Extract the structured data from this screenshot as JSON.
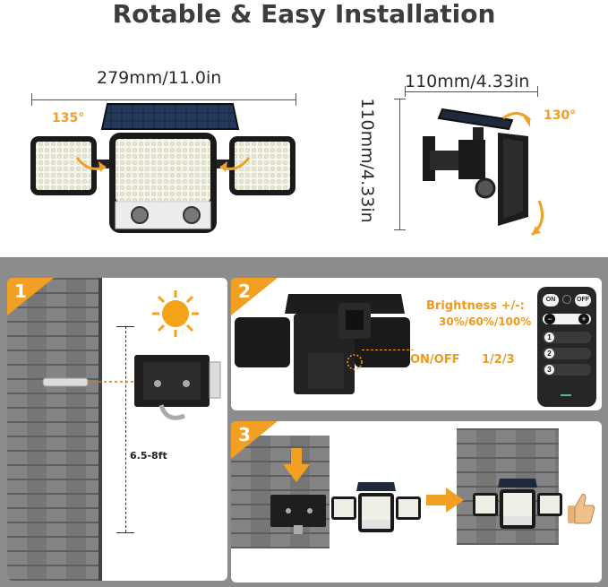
{
  "title": "Rotable & Easy Installation",
  "dimensions": {
    "width_label": "279mm/11.0in",
    "angle_left": "135°",
    "depth_label": "110mm/4.33in",
    "height_label": "110mm/4.33in",
    "angle_right": "130°"
  },
  "steps": [
    {
      "number": "1",
      "height_note": "6.5-8ft"
    },
    {
      "number": "2",
      "brightness_label": "Brightness +/-:",
      "brightness_levels": "30%/60%/100%",
      "onoff_label": "ON/OFF",
      "modes_label": "1/2/3"
    },
    {
      "number": "3"
    }
  ],
  "remote": {
    "on_label": "ON",
    "off_label": "OFF",
    "minus_label": "−",
    "plus_label": "+",
    "mode1": "1",
    "mode2": "2",
    "mode3": "3"
  },
  "colors": {
    "accent": "#f2a024",
    "panel_gray": "#8c8c8c",
    "brand_dark": "#1e1e1e"
  }
}
